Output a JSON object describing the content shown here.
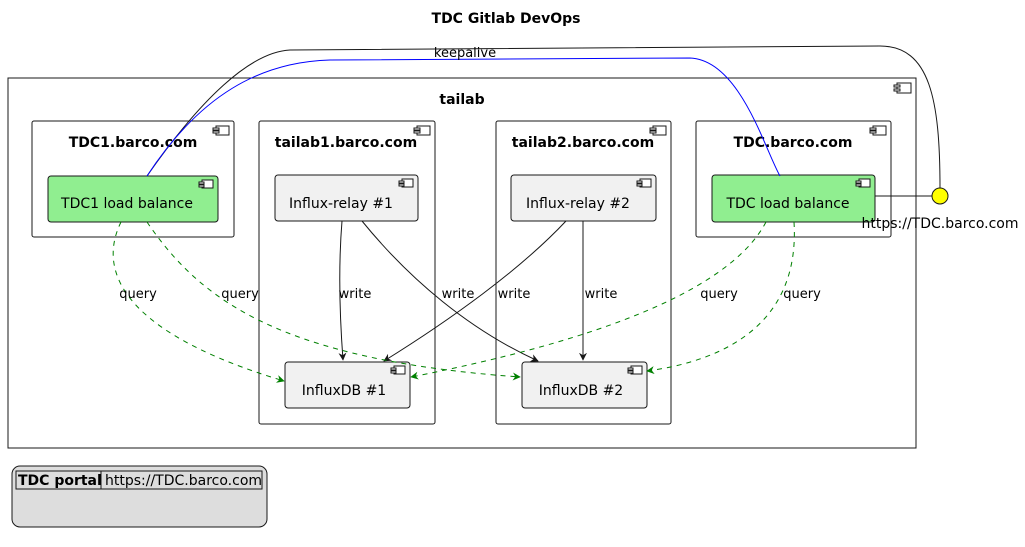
{
  "title": "TDC Gitlab DevOps",
  "outer_package": "tailab",
  "packages": {
    "tdc1": "TDC1.barco.com",
    "tailab1": "tailab1.barco.com",
    "tailab2": "tailab2.barco.com",
    "tdc": "TDC.barco.com"
  },
  "components": {
    "tdc1_lb": "TDC1 load balance",
    "relay1": "Influx-relay #1",
    "relay2": "Influx-relay #2",
    "tdc_lb": "TDC load balance",
    "influx1": "InfluxDB #1",
    "influx2": "InfluxDB #2"
  },
  "interface": "https://TDC.barco.com",
  "edges": {
    "keepalive": "keepalive",
    "write": "write",
    "query": "query"
  },
  "legend": {
    "key": "TDC portal",
    "value": "https://TDC.barco.com"
  },
  "colors": {
    "load_balancer_fill": "#90EE90",
    "component_fill": "#F1F1F1",
    "interface_fill": "#FFFF00",
    "query_edge": "#008000",
    "keepalive_edge": "#0000FF",
    "legend_fill": "#DDDDDD"
  }
}
